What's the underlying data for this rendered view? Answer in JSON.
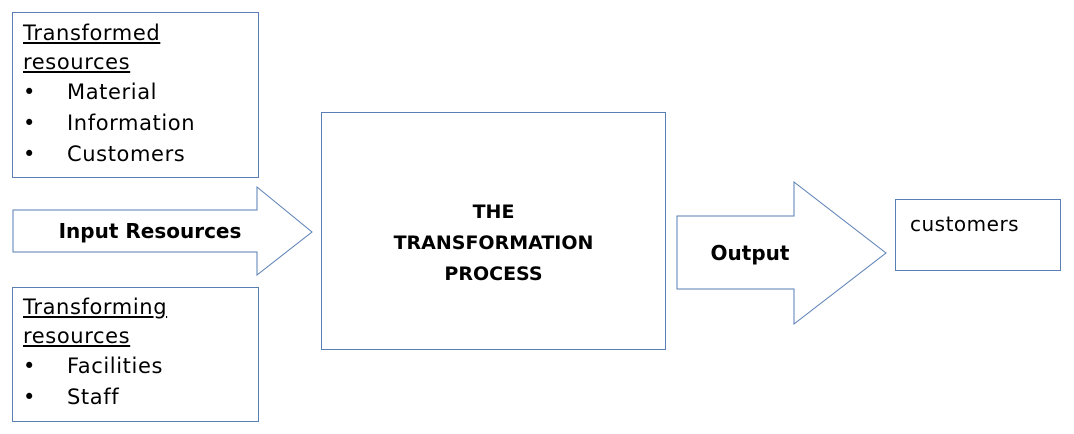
{
  "transformed_resources": {
    "header_line1": "Transformed",
    "header_line2": "resources",
    "items": [
      "Material",
      "Information",
      "Customers"
    ]
  },
  "input_resources": {
    "label": "Input Resources"
  },
  "transforming_resources": {
    "header_line1": "Transforming",
    "header_line2": "resources",
    "items": [
      "Facilities",
      "Staff"
    ]
  },
  "process": {
    "line1": "THE",
    "line2": "TRANSFORMATION",
    "line3": "PROCESS"
  },
  "output": {
    "label": "Output"
  },
  "result": {
    "label": "customers"
  },
  "colors": {
    "border": "#5a7fb5",
    "background": "#ffffff",
    "text": "#000000"
  }
}
